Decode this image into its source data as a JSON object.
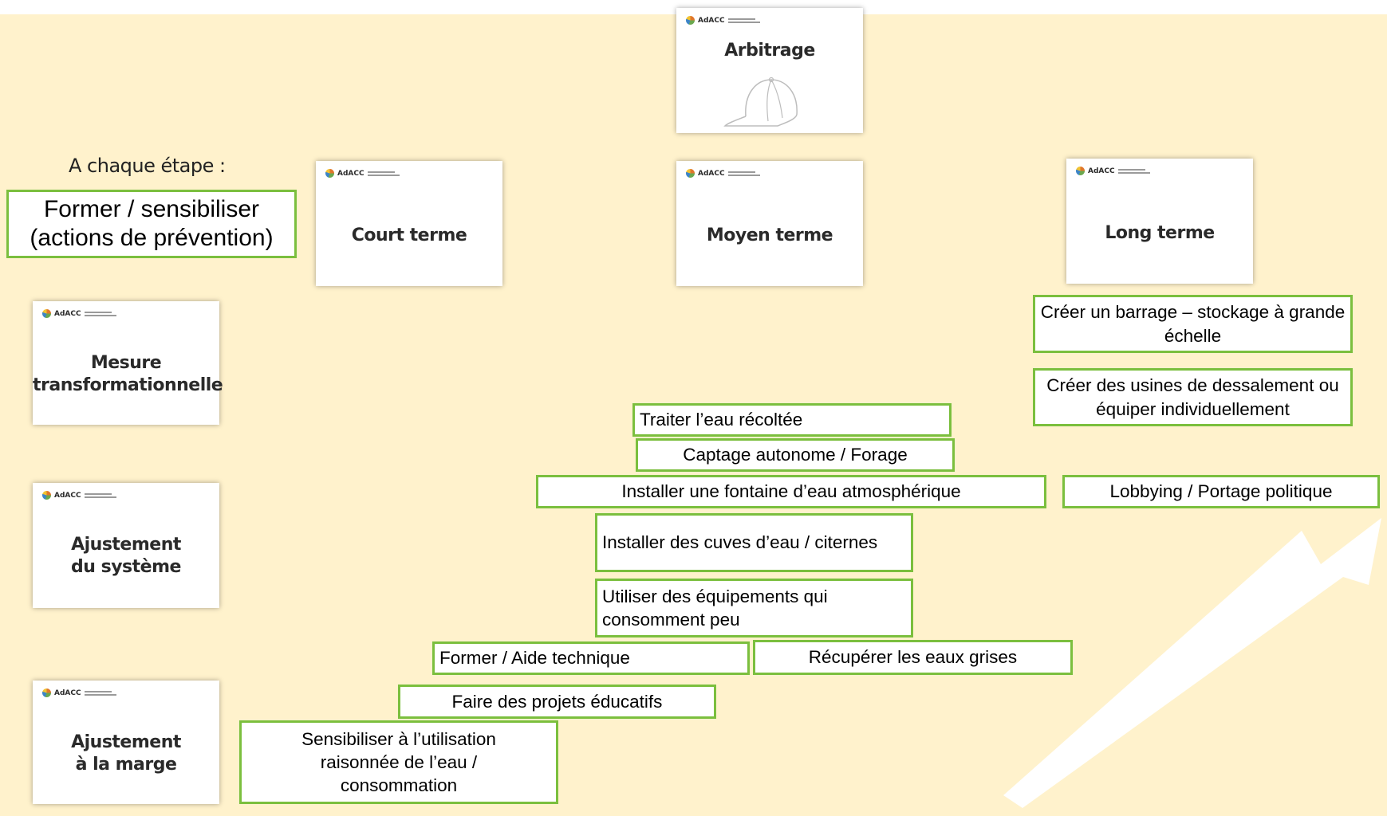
{
  "colors": {
    "background": "#fff2cc",
    "box_border": "#7bbf3e",
    "arrow": "#ffffff"
  },
  "cards": {
    "logo_text": "AdACC",
    "arbitrage": "Arbitrage",
    "short_term": "Court terme",
    "medium_term": "Moyen terme",
    "long_term": "Long terme",
    "transformational": "Mesure\ntransformationnelle",
    "system_adjust": "Ajustement\ndu système",
    "margin_adjust": "Ajustement\nà la marge"
  },
  "each_step_label": "A chaque étape :",
  "boxes": {
    "former_sensibiliser": "Former / sensibiliser\n(actions de prévention)",
    "barrage": "Créer un barrage – stockage à grande échelle",
    "dessalement": "Créer des usines de dessalement ou équiper individuellement",
    "traiter": "Traiter l’eau récoltée",
    "captage": "Captage autonome / Forage",
    "fontaine": "Installer une fontaine d’eau atmosphérique",
    "lobbying": "Lobbying / Portage politique",
    "cuves": "Installer des cuves d’eau / citernes",
    "equipements": "Utiliser des équipements qui consomment peu",
    "aide_technique": "Former / Aide technique",
    "eaux_grises": "Récupérer les eaux grises",
    "projets_educatifs": "Faire des projets éducatifs",
    "sensibiliser_utilisation": "Sensibiliser à l’utilisation raisonnée de l’eau / consommation"
  }
}
